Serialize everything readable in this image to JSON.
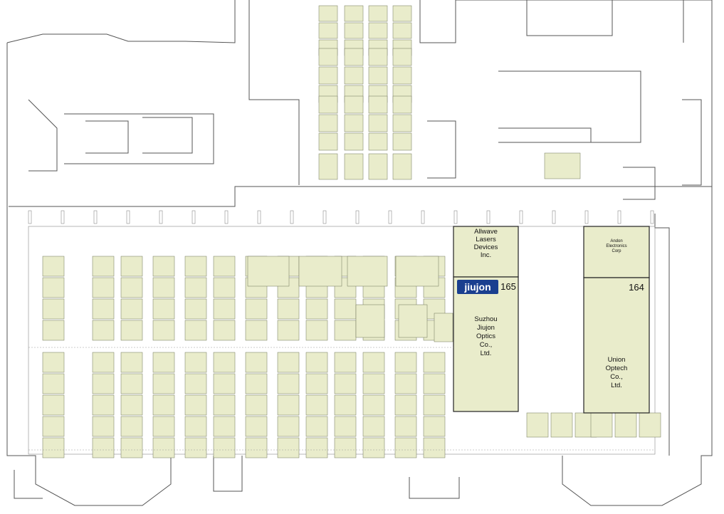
{
  "booths": {
    "allwave": {
      "name": "Allwave Lasers Devices Inc."
    },
    "jiujon": {
      "number": "165",
      "name": "Suzhou Jiujon Optics Co., Ltd.",
      "logo_text": "jiujon"
    },
    "andon": {
      "name": "Andon Electronics Corp"
    },
    "union": {
      "number": "164",
      "name": "Union Optech Co., Ltd."
    }
  },
  "lines": {
    "allwave": [
      "Allwave",
      "Lasers",
      "Devices",
      "Inc."
    ],
    "jiujon": [
      "Suzhou",
      "Jiujon",
      "Optics",
      "Co.,",
      "Ltd."
    ],
    "andon": [
      "Andon",
      "Electronics",
      "Corp"
    ],
    "union": [
      "Union",
      "Optech",
      "Co.,",
      "Ltd."
    ]
  },
  "colors": {
    "booth_fill": "#e9eccb",
    "booth_stroke": "#6f7356",
    "wall": "#555555",
    "accent_logo": "#1a3f8f"
  }
}
